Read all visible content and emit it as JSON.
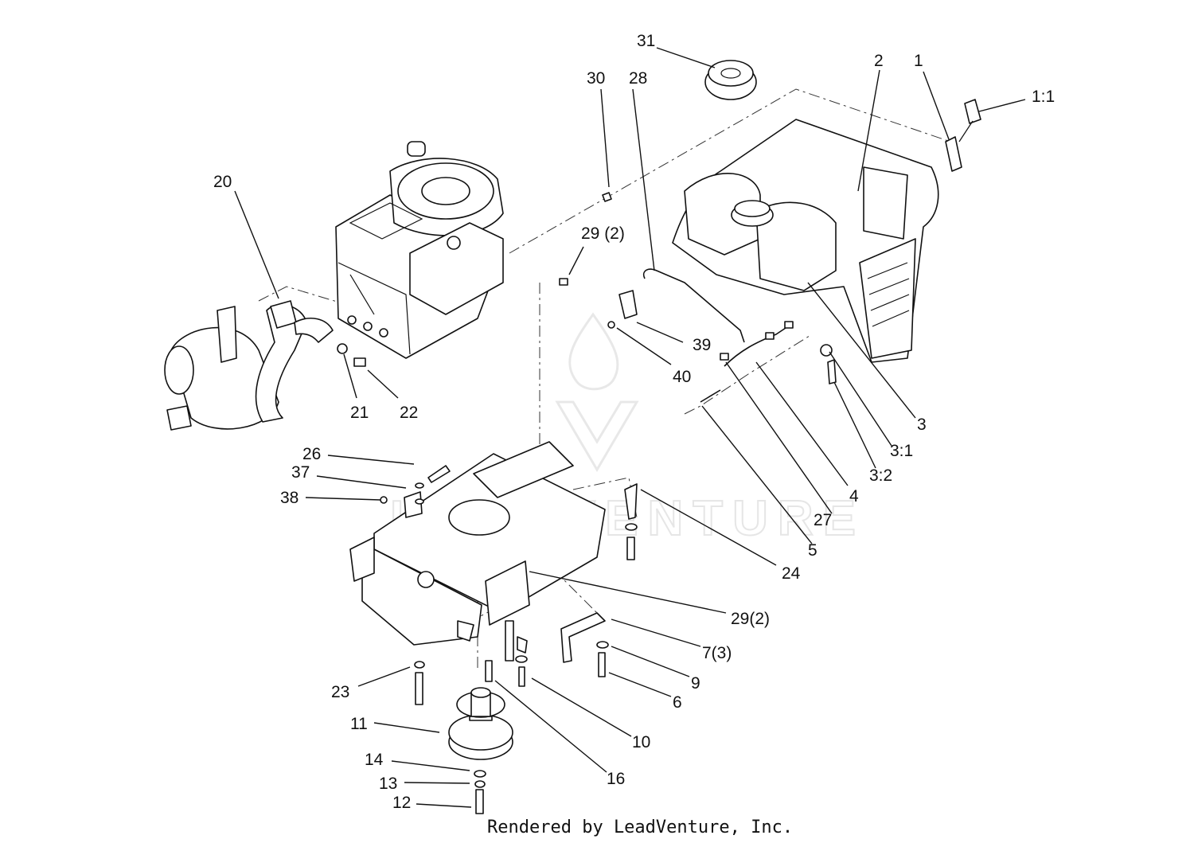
{
  "diagram": {
    "footer": "Rendered by LeadVenture, Inc.",
    "watermark": "LEADVENTURE",
    "callouts": [
      {
        "id": "1",
        "text": "1"
      },
      {
        "id": "1-1",
        "text": "1:1"
      },
      {
        "id": "2",
        "text": "2"
      },
      {
        "id": "3",
        "text": "3"
      },
      {
        "id": "3-1",
        "text": "3:1"
      },
      {
        "id": "3-2",
        "text": "3:2"
      },
      {
        "id": "4",
        "text": "4"
      },
      {
        "id": "5",
        "text": "5"
      },
      {
        "id": "6",
        "text": "6"
      },
      {
        "id": "7",
        "text": "7(3)"
      },
      {
        "id": "9",
        "text": "9"
      },
      {
        "id": "10",
        "text": "10"
      },
      {
        "id": "11",
        "text": "11"
      },
      {
        "id": "12",
        "text": "12"
      },
      {
        "id": "13",
        "text": "13"
      },
      {
        "id": "14",
        "text": "14"
      },
      {
        "id": "16",
        "text": "16"
      },
      {
        "id": "20",
        "text": "20"
      },
      {
        "id": "21",
        "text": "21"
      },
      {
        "id": "22",
        "text": "22"
      },
      {
        "id": "23",
        "text": "23"
      },
      {
        "id": "24",
        "text": "24"
      },
      {
        "id": "26",
        "text": "26"
      },
      {
        "id": "27",
        "text": "27"
      },
      {
        "id": "28",
        "text": "28"
      },
      {
        "id": "29a",
        "text": "29 (2)"
      },
      {
        "id": "29b",
        "text": "29(2)"
      },
      {
        "id": "30",
        "text": "30"
      },
      {
        "id": "31",
        "text": "31"
      },
      {
        "id": "37",
        "text": "37"
      },
      {
        "id": "38",
        "text": "38"
      },
      {
        "id": "39",
        "text": "39"
      },
      {
        "id": "40",
        "text": "40"
      }
    ]
  }
}
